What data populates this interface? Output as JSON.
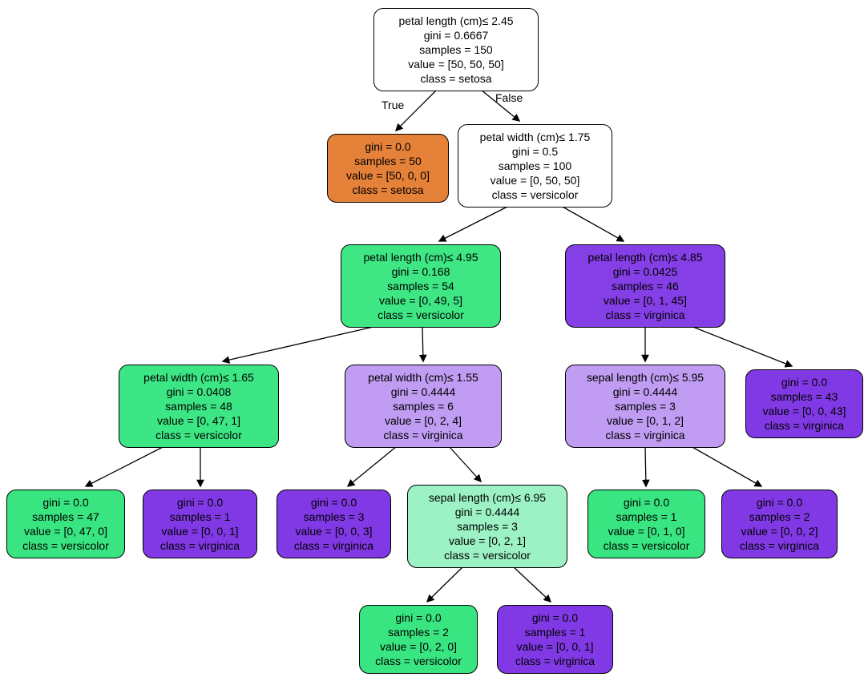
{
  "diagram_title": "iris-decision-tree",
  "edge_labels": {
    "left": "True",
    "right": "False"
  },
  "class_colors": {
    "setosa": "#e58139",
    "versicolor": "#39e581",
    "virginica": "#8139e5",
    "impure_node": "#ffffff"
  },
  "nodes": [
    {
      "name": "root-petal-length-2.45",
      "color": "#ffffff",
      "lines": [
        "petal length (cm)≤ 2.45",
        "gini = 0.6667",
        "samples = 150",
        "value = [50, 50, 50]",
        "class = setosa"
      ]
    },
    {
      "name": "leaf-setosa-50",
      "color": "#e58139",
      "lines": [
        "gini = 0.0",
        "samples = 50",
        "value = [50, 0, 0]",
        "class = setosa"
      ]
    },
    {
      "name": "split-petal-width-1.75",
      "color": "#ffffff",
      "lines": [
        "petal width (cm)≤ 1.75",
        "gini = 0.5",
        "samples = 100",
        "value = [0, 50, 50]",
        "class = versicolor"
      ]
    },
    {
      "name": "split-petal-length-4.95",
      "color": "#3ee684",
      "lines": [
        "petal length (cm)≤ 4.95",
        "gini = 0.168",
        "samples = 54",
        "value = [0, 49, 5]",
        "class = versicolor"
      ]
    },
    {
      "name": "split-petal-length-4.85",
      "color": "#853fe6",
      "lines": [
        "petal length (cm)≤ 4.85",
        "gini = 0.0425",
        "samples = 46",
        "value = [0, 1, 45]",
        "class = virginica"
      ]
    },
    {
      "name": "split-petal-width-1.65",
      "color": "#3de684",
      "lines": [
        "petal width (cm)≤ 1.65",
        "gini = 0.0408",
        "samples = 48",
        "value = [0, 47, 1]",
        "class = versicolor"
      ]
    },
    {
      "name": "split-petal-width-1.55",
      "color": "#c09cf2",
      "lines": [
        "petal width (cm)≤ 1.55",
        "gini = 0.4444",
        "samples = 6",
        "value = [0, 2, 4]",
        "class = virginica"
      ]
    },
    {
      "name": "split-sepal-length-5.95",
      "color": "#c09cf2",
      "lines": [
        "sepal length (cm)≤ 5.95",
        "gini = 0.4444",
        "samples = 3",
        "value = [0, 1, 2]",
        "class = virginica"
      ]
    },
    {
      "name": "leaf-virginica-43",
      "color": "#8139e5",
      "lines": [
        "gini = 0.0",
        "samples = 43",
        "value = [0, 0, 43]",
        "class = virginica"
      ]
    },
    {
      "name": "leaf-versicolor-47",
      "color": "#39e581",
      "lines": [
        "gini = 0.0",
        "samples = 47",
        "value = [0, 47, 0]",
        "class = versicolor"
      ]
    },
    {
      "name": "leaf-virginica-1-left",
      "color": "#8139e5",
      "lines": [
        "gini = 0.0",
        "samples = 1",
        "value = [0, 0, 1]",
        "class = virginica"
      ]
    },
    {
      "name": "leaf-virginica-3",
      "color": "#8139e5",
      "lines": [
        "gini = 0.0",
        "samples = 3",
        "value = [0, 0, 3]",
        "class = virginica"
      ]
    },
    {
      "name": "split-sepal-length-6.95",
      "color": "#9cf2c4",
      "lines": [
        "sepal length (cm)≤ 6.95",
        "gini = 0.4444",
        "samples = 3",
        "value = [0, 2, 1]",
        "class = versicolor"
      ]
    },
    {
      "name": "leaf-versicolor-1",
      "color": "#39e581",
      "lines": [
        "gini = 0.0",
        "samples = 1",
        "value = [0, 1, 0]",
        "class = versicolor"
      ]
    },
    {
      "name": "leaf-virginica-2",
      "color": "#8139e5",
      "lines": [
        "gini = 0.0",
        "samples = 2",
        "value = [0, 0, 2]",
        "class = virginica"
      ]
    },
    {
      "name": "leaf-versicolor-2",
      "color": "#39e581",
      "lines": [
        "gini = 0.0",
        "samples = 2",
        "value = [0, 2, 0]",
        "class = versicolor"
      ]
    },
    {
      "name": "leaf-virginica-1-bottom",
      "color": "#8139e5",
      "lines": [
        "gini = 0.0",
        "samples = 1",
        "value = [0, 0, 1]",
        "class = virginica"
      ]
    }
  ]
}
